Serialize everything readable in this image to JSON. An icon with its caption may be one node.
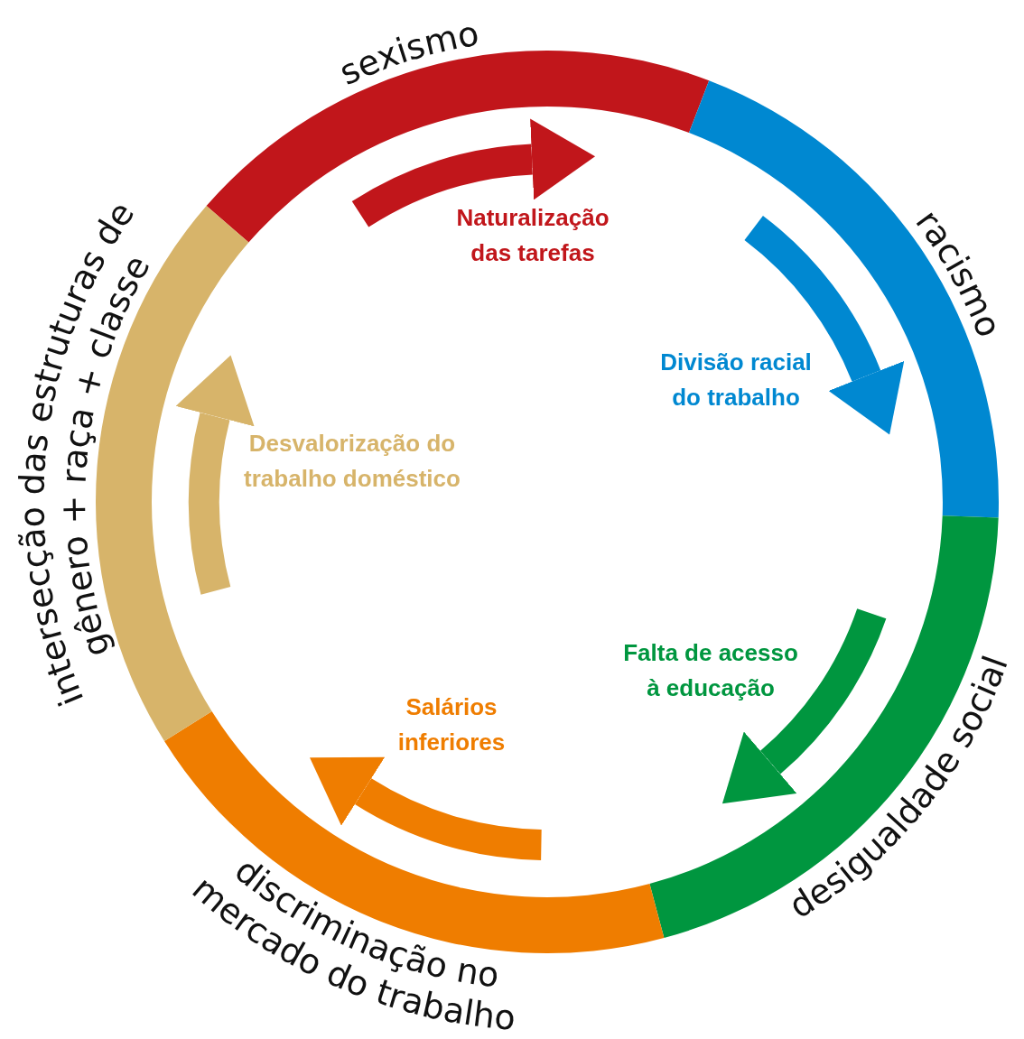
{
  "diagram": {
    "nodes": [
      {
        "text": [
          "sexismo"
        ]
      },
      {
        "text": [
          "racismo"
        ]
      },
      {
        "text": [
          "desigualdade social"
        ]
      },
      {
        "text": [
          "discriminação no mercado do trabalho"
        ]
      },
      {
        "text": [
          "intersecção das estruturas de gênero + raça + classe"
        ]
      },
      {
        "text": [],
        "shape": "arrow",
        "beside": [
          "Naturalização das tarefas"
        ]
      },
      {
        "text": [],
        "shape": "arrow",
        "beside": [
          "Divisão racial do trabalho"
        ]
      },
      {
        "text": [],
        "shape": "arrow",
        "beside": [
          "Falta de acesso à educação"
        ]
      },
      {
        "text": [],
        "shape": "arrow",
        "beside": [
          "Salários inferiores"
        ]
      },
      {
        "text": [],
        "shape": "arrow",
        "beside": [
          "Desvalorização do trabalho doméstico"
        ]
      }
    ]
  }
}
